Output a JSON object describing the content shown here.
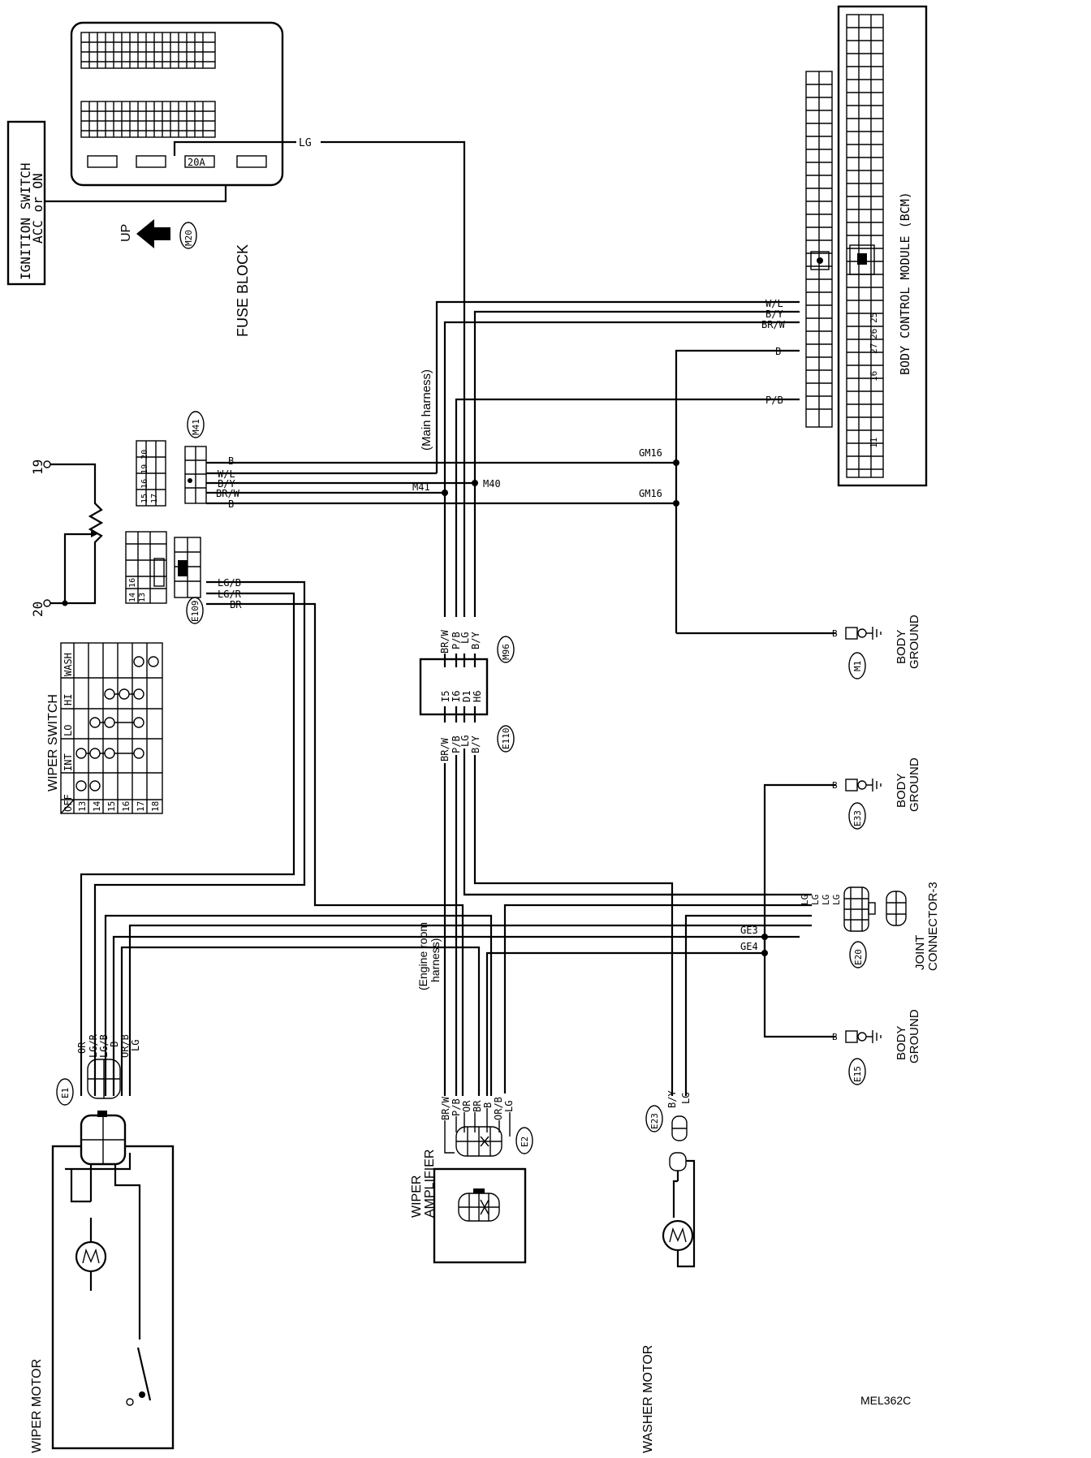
{
  "texts": {
    "ignition_line1": "IGNITION SWITCH",
    "ignition_line2": "ACC or ON",
    "fuse_block": "FUSE BLOCK",
    "up": "UP",
    "m20": "M20",
    "fuse_20a": "20A",
    "lg_top": "LG",
    "bcm_title": "BODY CONTROL MODULE (BCM)",
    "bcm_pin_25": "25",
    "bcm_pin_26": "26",
    "bcm_pin_27": "27",
    "bcm_pin_16": "16",
    "bcm_pin_11": "11",
    "main_harness": "(Main harness)",
    "wl": "W/L",
    "by": "B/Y",
    "brw": "BR/W",
    "b": "B",
    "pb": "P/B",
    "lg": "LG",
    "lgb": "LG/B",
    "lgr": "LG/R",
    "br": "BR",
    "or": "OR",
    "orb": "OR/B",
    "gm16": "GM16",
    "m41_node": "M41",
    "m40_node": "M40",
    "m41": "M41",
    "e109": "E109",
    "m96": "M96",
    "e110": "E110",
    "pins_i5": "I5",
    "pins_i6": "I6",
    "pins_d1": "D1",
    "pins_h6": "H6",
    "m1": "M1",
    "e33": "E33",
    "e20": "E20",
    "e15": "E15",
    "e1": "E1",
    "e2": "E2",
    "e23": "E23",
    "ge3": "GE3",
    "ge4": "GE4",
    "body_ground_1": "BODY",
    "body_ground_2": "GROUND",
    "joint_connector_1": "JOINT",
    "joint_connector_2": "CONNECTOR-3",
    "wiper_switch": "WIPER SWITCH",
    "wiper_motor": "WIPER MOTOR",
    "wiper_amp_1": "WIPER",
    "wiper_amp_2": "AMPLIFIER",
    "washer_motor": "WASHER MOTOR",
    "engine_room_1": "(Engine room",
    "engine_room_2": "harness)",
    "code": "MEL362C",
    "terminal_19": "19",
    "terminal_20": "20"
  },
  "wiper_switch_table": {
    "columns": [
      "OFF",
      "INT",
      "LO",
      "HI",
      "WASH"
    ],
    "rows": [
      "13",
      "14",
      "15",
      "16",
      "17",
      "18"
    ]
  },
  "switch_connector_pins": {
    "m41_side": [
      "15",
      "16",
      "19",
      "20",
      "17"
    ],
    "e109_side": [
      "14",
      "16",
      "13"
    ]
  }
}
